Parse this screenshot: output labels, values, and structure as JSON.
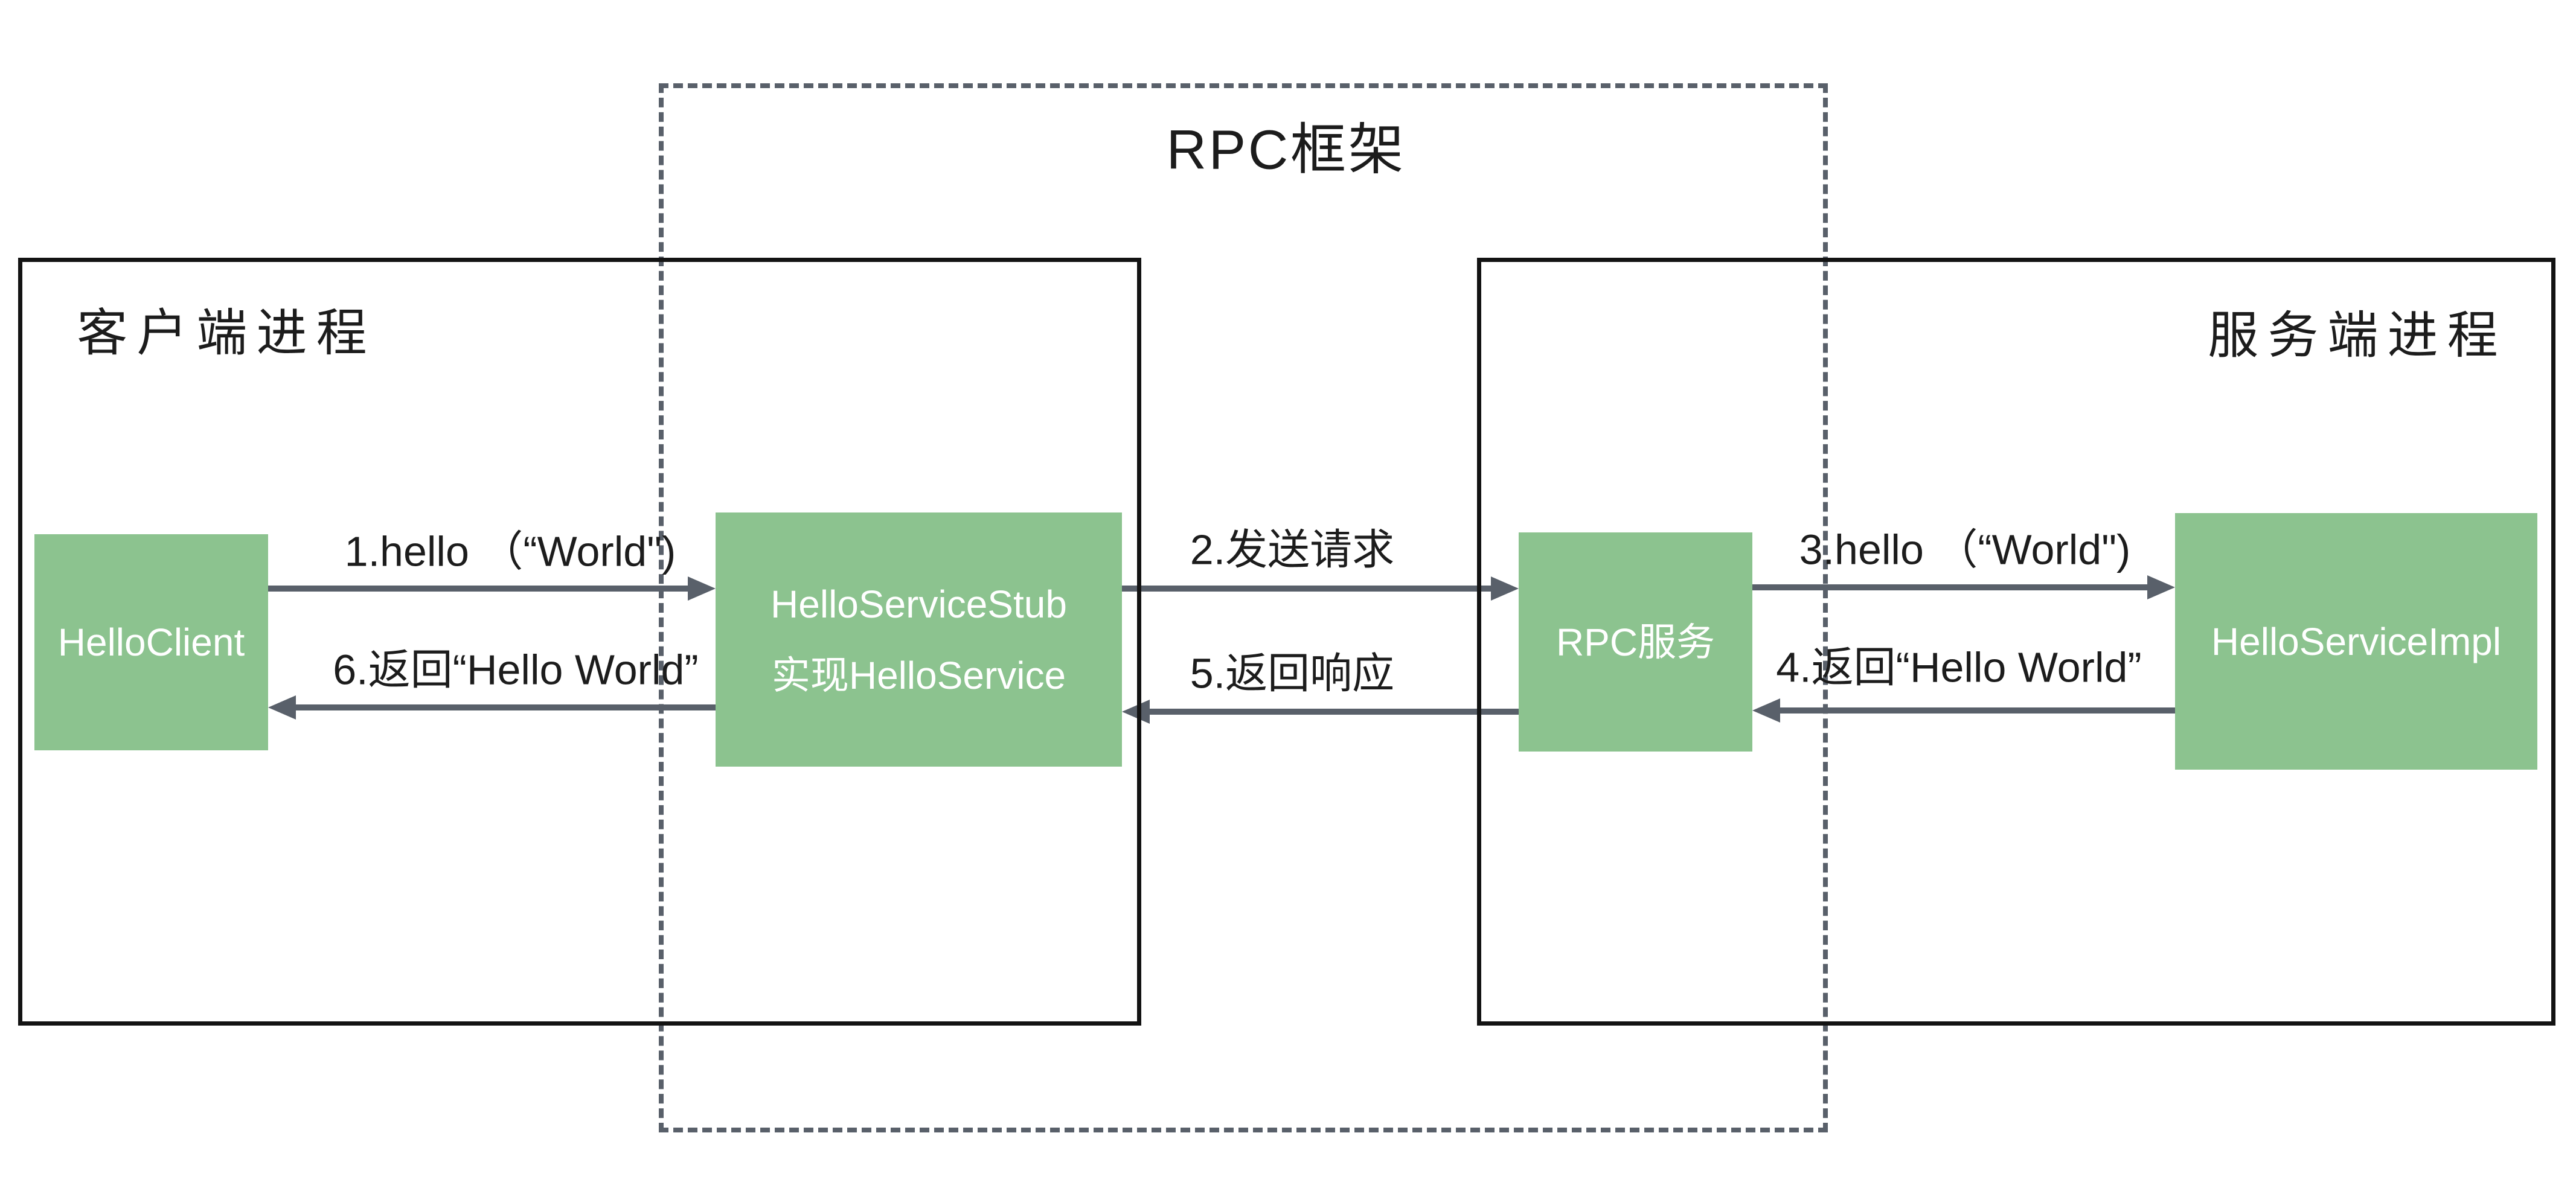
{
  "colors": {
    "background": "#ffffff",
    "node-green": "#8cc38f",
    "node-text": "#ffffff",
    "arrow-gray": "#59606a",
    "dash-gray": "#59606a",
    "border-black": "#131313",
    "text-black": "#1c1c1c"
  },
  "title": "RPC框架",
  "processes": {
    "client": "客户端进程",
    "server": "服务端进程"
  },
  "nodes": {
    "hello_client": "HelloClient",
    "stub_line1": "HelloServiceStub",
    "stub_line2": "实现HelloService",
    "rpc_service": "RPC服务",
    "hello_service_impl": "HelloServiceImpl"
  },
  "arrows": {
    "step1": "1.hello （“World\")",
    "step2": "2.发送请求",
    "step3": "3.hello （“World\")",
    "step4": "4.返回“Hello World”",
    "step5": "5.返回响应",
    "step6": "6.返回“Hello World”"
  }
}
